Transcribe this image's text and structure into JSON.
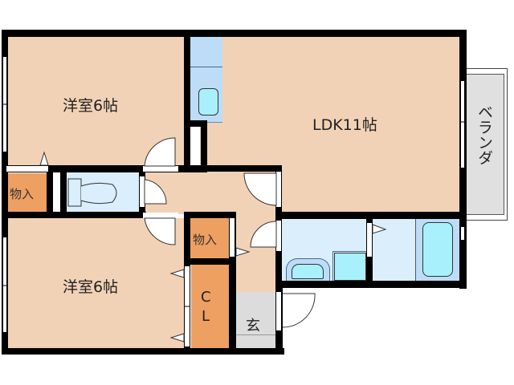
{
  "floor_plan": {
    "rooms": [
      {
        "id": "western-room-north",
        "label": "洋室6帖",
        "type": "bedroom"
      },
      {
        "id": "western-room-south",
        "label": "洋室6帖",
        "type": "bedroom"
      },
      {
        "id": "ldk",
        "label": "LDK11帖",
        "type": "living-dining-kitchen"
      },
      {
        "id": "storage-west",
        "label": "物入",
        "type": "storage"
      },
      {
        "id": "storage-hall",
        "label": "物入",
        "type": "storage"
      },
      {
        "id": "closet",
        "label_line1": "C",
        "label_line2": "L",
        "type": "closet"
      },
      {
        "id": "entrance",
        "label": "玄",
        "type": "entrance"
      },
      {
        "id": "veranda",
        "label": "ベランダ",
        "type": "balcony"
      },
      {
        "id": "toilet",
        "type": "toilet"
      },
      {
        "id": "washroom",
        "type": "washroom"
      },
      {
        "id": "bathroom",
        "type": "bath"
      }
    ],
    "colors": {
      "room": "#f2d2b6",
      "storage": "#eea062",
      "wet_area": "#daeefc",
      "kitchen": "#bcdcf8",
      "fixture": "#a8f0fc",
      "entrance": "#dcdcdc",
      "veranda": "#e0e0e0",
      "wall": "#000000"
    }
  }
}
